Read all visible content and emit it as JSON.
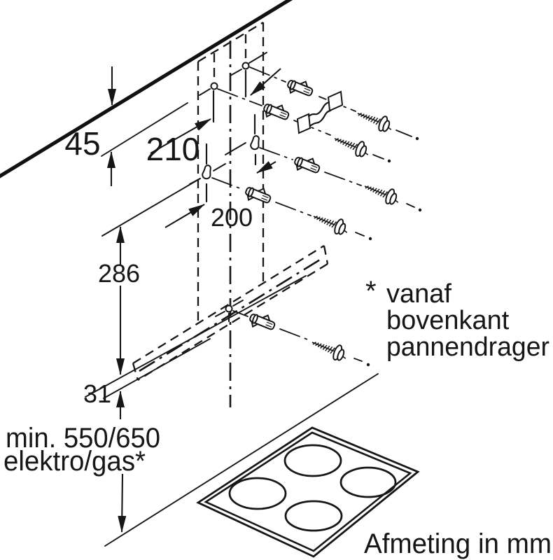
{
  "page": {
    "background": "#ffffff",
    "line_color": "#161616"
  },
  "diagram": {
    "kind": "cooker-hood installation drawing",
    "dimensions": {
      "ceiling_gap": "45",
      "top_holes_spacing": "210",
      "keyhole_spacing": "200",
      "keyhole_to_hood_bottom": "286",
      "hood_lip": "31",
      "min_distance_value": "min. 550/650",
      "min_distance_qualifier": "elektro/gas*"
    },
    "footnote": {
      "marker": "*",
      "line1": "vanaf",
      "line2": "bovenkant",
      "line3": "pannendrager"
    },
    "caption": "Afmeting in mm"
  }
}
